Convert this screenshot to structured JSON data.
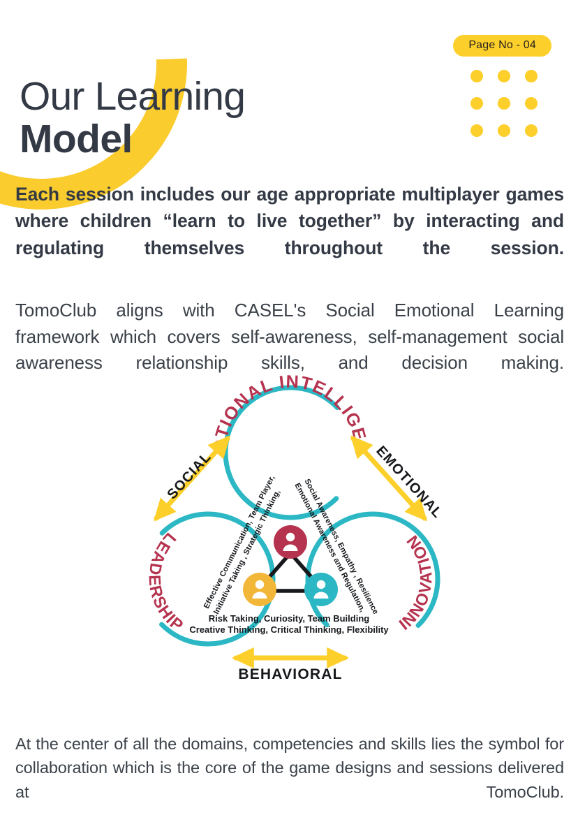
{
  "page": {
    "badge_label": "Page No - 04",
    "title_line1": "Our Learning",
    "title_line2": "Model"
  },
  "colors": {
    "yellow": "#fdcf2a",
    "teal": "#2bb8c4",
    "crimson": "#b5334f",
    "dark": "#343a45",
    "body_text": "#3b4149"
  },
  "body": {
    "paragraph_1": "Each session includes our age appropriate multiplayer games where children “learn to live together” by interacting and regulating themselves throughout the session.",
    "paragraph_2": "TomoClub aligns with CASEL's Social Emotional Learning framework which covers self-awareness, self-management social awareness relationship skills,   and decision making.",
    "paragraph_3": "At the center of all the domains, competencies and skills lies the symbol for collaboration which is the core of the game designs and sessions delivered at TomoClub."
  },
  "diagram": {
    "circles": [
      {
        "id": "emotional-intelligence",
        "label": "EMOTIONAL INTELLIGENCE"
      },
      {
        "id": "leadership",
        "label": "LEADERSHIP"
      },
      {
        "id": "innovation",
        "label": "INNOVATION"
      }
    ],
    "arrows": [
      {
        "id": "social",
        "label": "SOCIAL"
      },
      {
        "id": "emotional",
        "label": "EMOTIONAL"
      },
      {
        "id": "behavioral",
        "label": "BEHAVIORAL"
      }
    ],
    "skills_left": [
      "Effective Communication, Team Player,",
      "Initiative Taking ,  Strategic Thinking,"
    ],
    "skills_right": [
      "Social Awareness, Empathy , Resilience",
      "Emotional Awareness and Regulation,"
    ],
    "skills_bottom": [
      "Risk Taking, Curiosity, Team Building",
      "Creative Thinking, Critical Thinking, Flexibility"
    ],
    "center_symbol": "collaboration-people-icon"
  }
}
